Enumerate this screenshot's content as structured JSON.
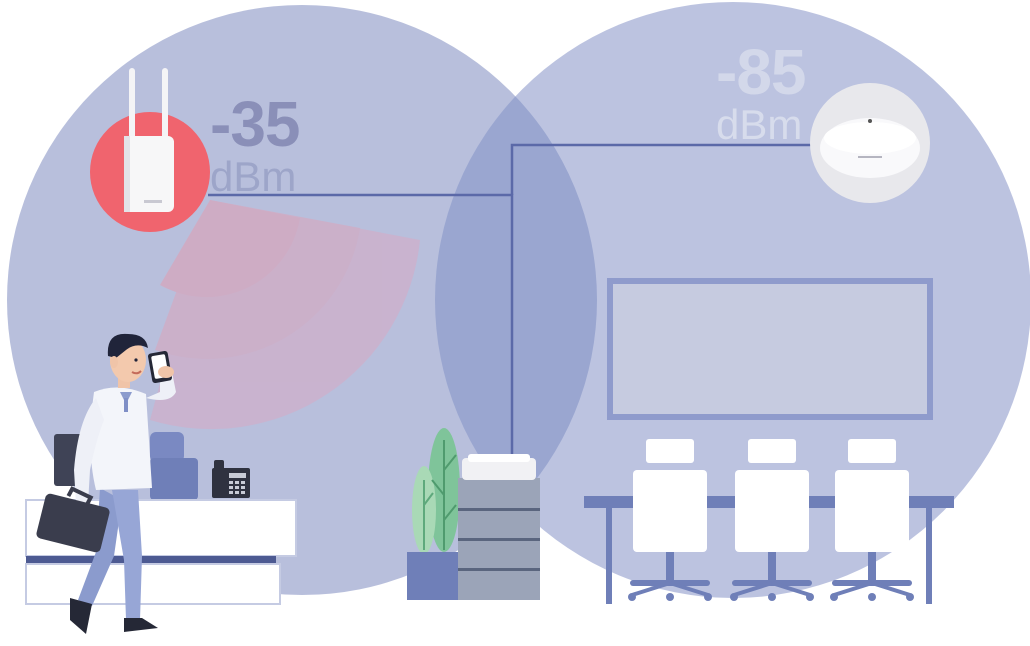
{
  "signals": {
    "left": {
      "value": "-35",
      "unit": "dBm"
    },
    "right": {
      "value": "-85",
      "unit": "dBm"
    }
  },
  "devices": {
    "outdoor_ap": {
      "icon": "wifi-router-icon",
      "highlight_color": "#f0646e"
    },
    "ceiling_ap": {
      "icon": "ceiling-access-point-icon"
    }
  },
  "colors": {
    "coverage_left": "#b0b8d8",
    "coverage_right": "#b8c0de",
    "coverage_overlap": "#9aa6d0",
    "cable": "#5b69a8",
    "furniture": "#6f7fb8"
  }
}
